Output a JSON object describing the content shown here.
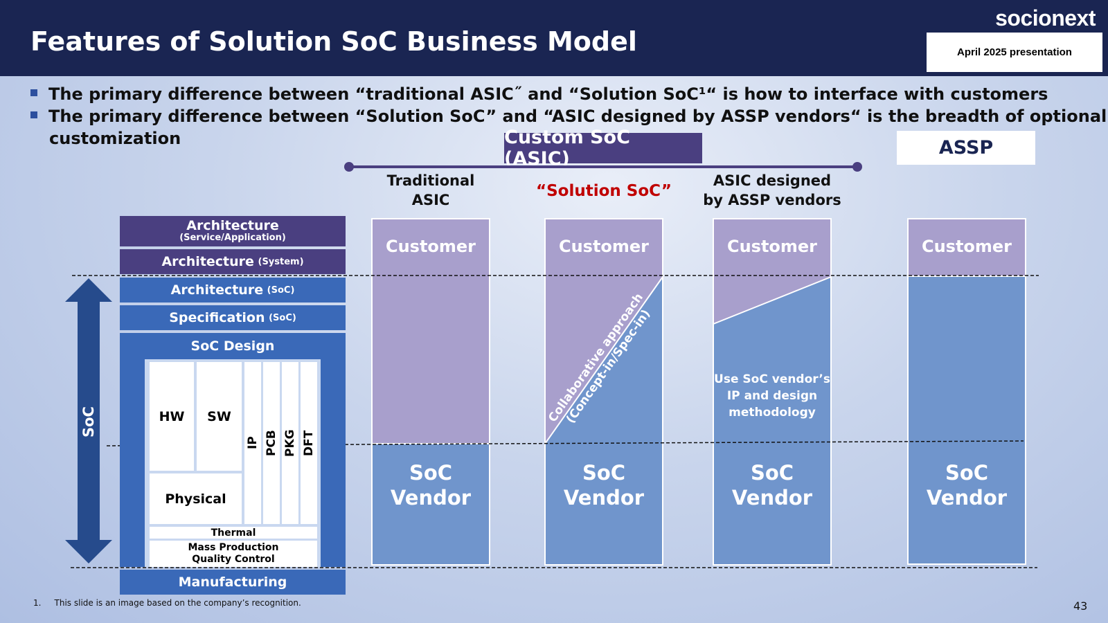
{
  "header": {
    "title": "Features of Solution SoC Business Model",
    "logo": "socionext",
    "date_box": "April 2025 presentation"
  },
  "bullets": [
    "The primary difference between “traditional ASIC˝ and “Solution SoC¹“ is how to interface with customers",
    "The primary difference between “Solution SoC” and “ASIC designed by ASSP vendors“ is the breadth of optional",
    "customization"
  ],
  "banners": {
    "custom_soc": "Custom SoC (ASIC)",
    "assp": "ASSP"
  },
  "columns": {
    "traditional": [
      "Traditional",
      "ASIC"
    ],
    "solution": "“Solution SoC”",
    "assp_vendor": [
      "ASIC designed",
      "by ASSP vendors"
    ]
  },
  "stack": {
    "arch_service": "Architecture",
    "arch_service_sub": "(Service/Application)",
    "arch_system": "Architecture",
    "arch_system_sub": "(System)",
    "arch_soc": "Architecture",
    "arch_soc_sub": "(SoC)",
    "spec_soc": "Specification",
    "spec_soc_sub": "(SoC)",
    "soc_design": "SoC Design",
    "hw": "HW",
    "sw": "SW",
    "ip": "IP",
    "pcb": "PCB",
    "pkg": "PKG",
    "dft": "DFT",
    "physical": "Physical",
    "thermal": "Thermal",
    "mass_production": [
      "Mass Production",
      "Quality Control"
    ],
    "manufacturing": "Manufacturing",
    "soc_axis": "SoC"
  },
  "blocks": {
    "customer": "Customer",
    "vendor": [
      "SoC",
      "Vendor"
    ],
    "collab": [
      "Collaborative approach",
      "(Concept-in/Spec-in)"
    ],
    "use_ip": [
      "Use SoC vendor’s",
      "IP and design",
      "methodology"
    ]
  },
  "footnote": {
    "num": "1.",
    "text": "This slide is an image based on the company’s recognition."
  },
  "page_number": "43",
  "colors": {
    "navy": "#1a2552",
    "purple_dark": "#4a3f80",
    "blue_block": "#3a69b8",
    "customer_purple": "#a89fcc",
    "vendor_blue": "#7095cc",
    "solution_red": "#c00000"
  }
}
